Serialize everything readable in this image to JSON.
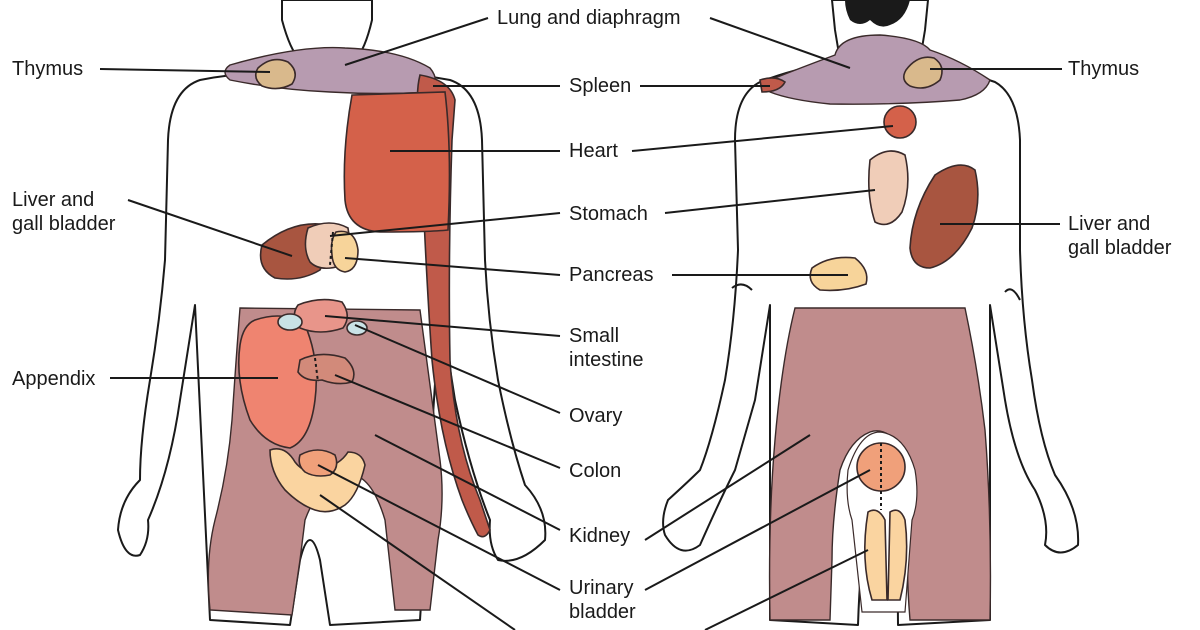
{
  "colors": {
    "neck_region": "#b79bb0",
    "thymus": "#d9b98c",
    "heart": "#d4614a",
    "liver": "#a85540",
    "stomach": "#f0cdb8",
    "pancreas": "#f7d49a",
    "small_intestine": "#e8958a",
    "ovary": "#c9e2e6",
    "appendix": "#ef8470",
    "colon": "#d28a7a",
    "kidney": "#c08c8c",
    "urinary_bladder": "#f0a07a",
    "spleen": "#c05a4a",
    "leg_region": "#fad4a0",
    "body_outline": "#ffffff"
  },
  "labels": {
    "lung_diaphragm": "Lung and diaphragm",
    "thymus_left": "Thymus",
    "thymus_right": "Thymus",
    "spleen": "Spleen",
    "heart": "Heart",
    "liver_left": [
      "Liver and",
      "gall bladder"
    ],
    "liver_right": [
      "Liver and",
      "gall bladder"
    ],
    "stomach": "Stomach",
    "pancreas": "Pancreas",
    "small_intestine": [
      "Small",
      "intestine"
    ],
    "appendix": "Appendix",
    "ovary": "Ovary",
    "colon": "Colon",
    "kidney": "Kidney",
    "urinary_bladder": [
      "Urinary",
      "bladder"
    ]
  }
}
